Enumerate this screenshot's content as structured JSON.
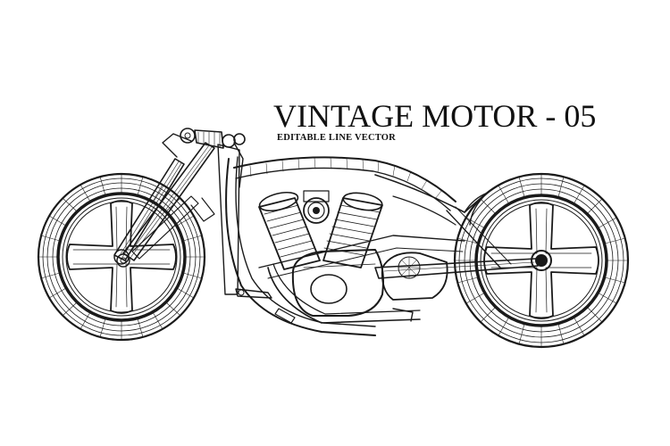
{
  "title": "VINTAGE MOTOR - 05",
  "subtitle": "EDITABLE LINE VECTOR",
  "colors": {
    "background": "#ffffff",
    "line": "#1a1a1a"
  },
  "illustration": {
    "subject": "motorcycle-line-drawing",
    "style": "monochrome line art"
  }
}
